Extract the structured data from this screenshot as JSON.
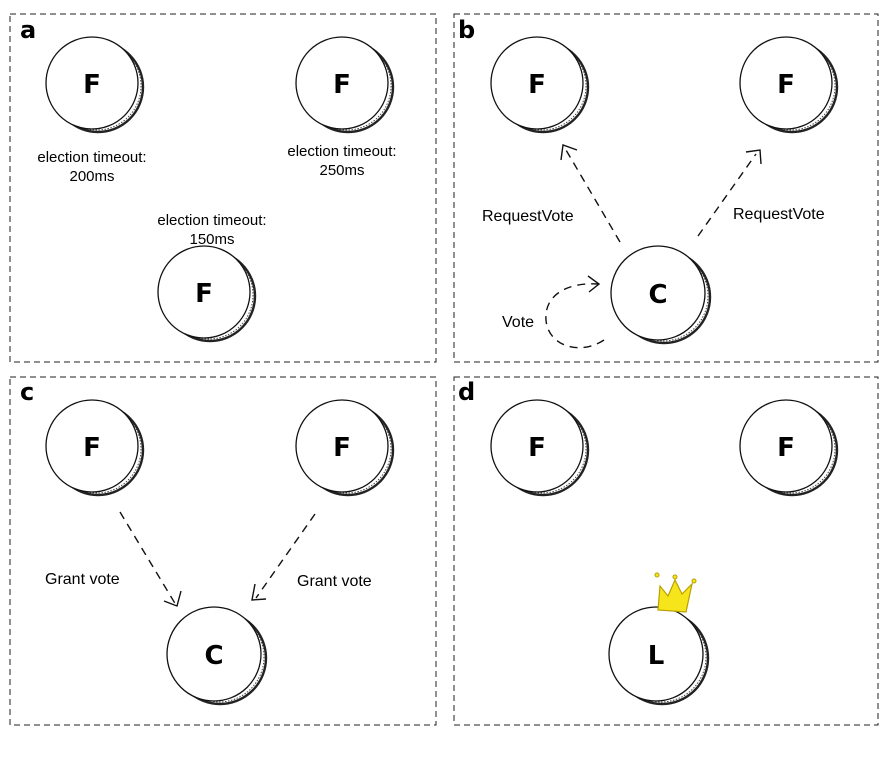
{
  "panels": {
    "a": {
      "label": "a",
      "node_top_left": "F",
      "node_top_right": "F",
      "node_bottom": "F",
      "timeout_top_left": [
        "election timeout:",
        "200ms"
      ],
      "timeout_top_right": [
        "election timeout:",
        "250ms"
      ],
      "timeout_bottom": [
        "election timeout:",
        "150ms"
      ]
    },
    "b": {
      "label": "b",
      "node_top_left": "F",
      "node_top_right": "F",
      "node_bottom": "C",
      "msg_left": "RequestVote",
      "msg_right": "RequestVote",
      "self_vote": "Vote"
    },
    "c": {
      "label": "c",
      "node_top_left": "F",
      "node_top_right": "F",
      "node_bottom": "C",
      "msg_left": "Grant vote",
      "msg_right": "Grant vote"
    },
    "d": {
      "label": "d",
      "node_top_left": "F",
      "node_top_right": "F",
      "node_bottom": "L",
      "leader_badge": "crown-icon",
      "crown_color": "#f7e51b"
    }
  }
}
